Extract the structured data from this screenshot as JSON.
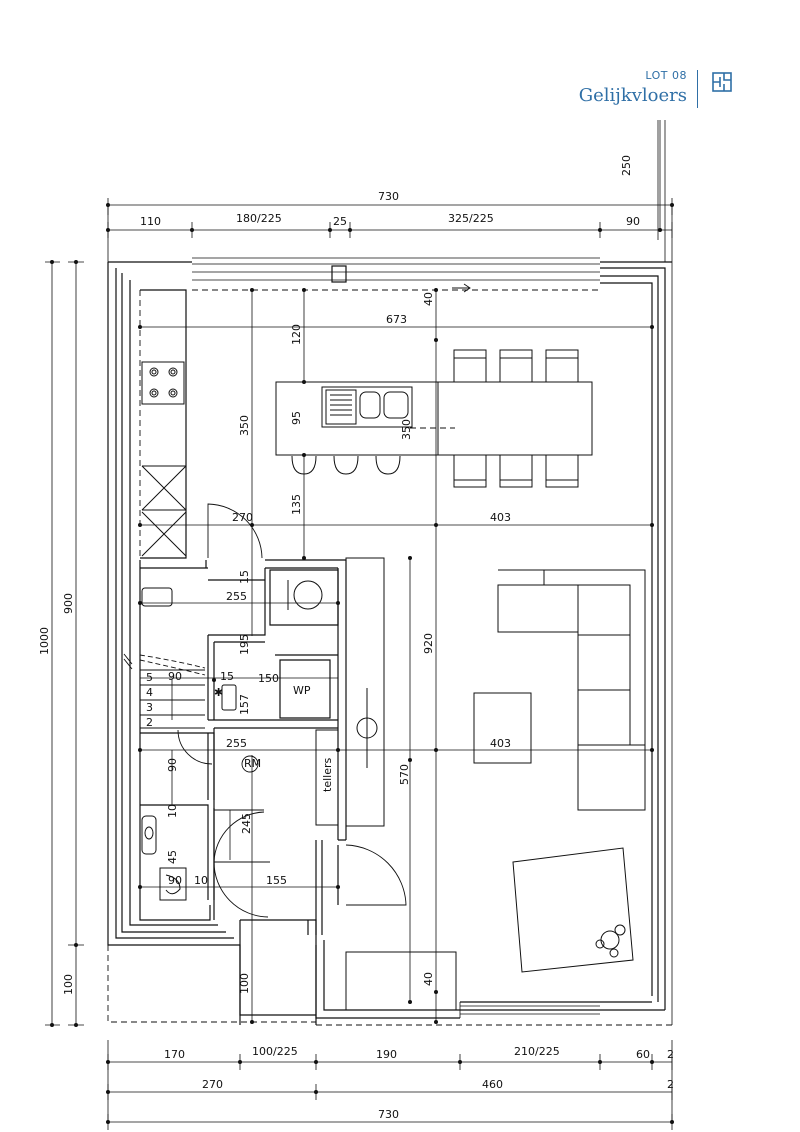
{
  "header": {
    "lot": "LOT 08",
    "title": "Gelijkvloers",
    "icon": "floorplan-icon",
    "accent_color": "#2f6fa6"
  },
  "dimensions": {
    "top_total": "730",
    "top_110": "110",
    "top_180_225": "180/225",
    "top_25": "25",
    "top_325_225": "325/225",
    "top_90": "90",
    "right_250": "250",
    "left_1000": "1000",
    "left_900": "900",
    "left_100": "100",
    "bottom_170": "170",
    "bottom_100_225": "100/225",
    "bottom_190": "190",
    "bottom_210_225": "210/225",
    "bottom_60": "60",
    "bottom_2a": "2",
    "bottom_270": "270",
    "bottom_460": "460",
    "bottom_2b": "2",
    "bottom_total": "730"
  },
  "interior": {
    "d_40_top": "40",
    "d_673": "673",
    "d_120": "120",
    "d_350": "350",
    "d_95": "95",
    "d_350b": "350",
    "d_135": "135",
    "d_270": "270",
    "d_403a": "403",
    "d_15a": "15",
    "d_255a": "255",
    "d_195": "195",
    "d_920": "920",
    "d_90a": "90",
    "d_15b": "15",
    "d_150": "150",
    "d_157": "157",
    "d_255b": "255",
    "d_403b": "403",
    "d_90b": "90",
    "d_570": "570",
    "d_10a": "10",
    "d_245": "245",
    "d_45": "45",
    "d_90c": "90",
    "d_10b": "10",
    "d_155": "155",
    "d_40_bottom": "40",
    "d_100_inner": "100"
  },
  "labels": {
    "wp": "WP",
    "rm": "RM",
    "tellers": "tellers"
  },
  "stairs": [
    "5",
    "4",
    "3",
    "2"
  ]
}
